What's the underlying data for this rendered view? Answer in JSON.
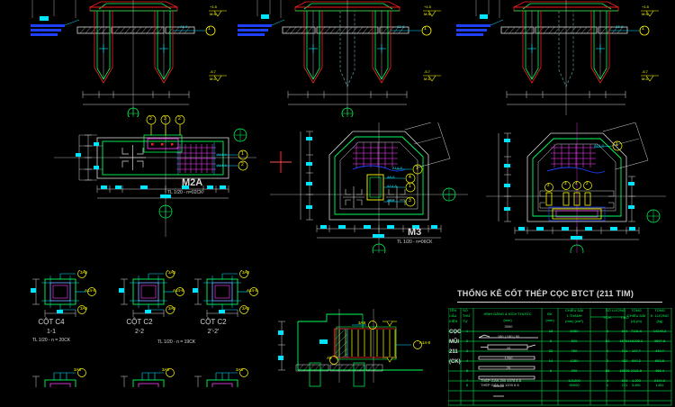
{
  "drawing": {
    "background": "#000000",
    "palette": {
      "white": "#d8d8d8",
      "green": "#00ff5a",
      "red": "#ff2020",
      "yellow": "#ffff00",
      "cyan": "#00e5ff",
      "magenta": "#ff40ff",
      "blue": "#2040ff",
      "dark_green": "#008040"
    }
  },
  "elevations": [
    {
      "id": "elevation-left",
      "marks": [
        {
          "label": "+1.5",
          "sub": "M.N"
        },
        {
          "label": "-5.7",
          "sub": "M.D"
        }
      ],
      "callout": "A1-8",
      "bubble": "1",
      "note_cyan": "BTCT M250 DA1x2",
      "note_cyan2": "BT LOT M100",
      "dim_total": "1200"
    },
    {
      "id": "elevation-middle",
      "marks": [
        {
          "label": "+1.5",
          "sub": "M.N"
        },
        {
          "label": "-5.7",
          "sub": "M.D"
        }
      ],
      "callout": "A1-8",
      "bubble": "1",
      "note_cyan": "BTCT M250 DA1x2",
      "note_cyan2": "BT LOT M100",
      "dim_total": "1800"
    },
    {
      "id": "elevation-right",
      "marks": [
        {
          "label": "+1.5",
          "sub": "M.N"
        },
        {
          "label": "-5.7",
          "sub": "M.D"
        }
      ],
      "callout": "A1-8",
      "bubble": "1",
      "note_cyan": "BTCT M250 DA1x2",
      "note_cyan2": "BT LOT M100",
      "dim_total": "1800"
    }
  ],
  "plans": [
    {
      "id": "plan-m2a",
      "title": "M2A",
      "scale_note": "TL 1/20 - n=02CK",
      "bubbles": [
        "2",
        "3",
        "2"
      ],
      "side_callouts": [
        {
          "text": "A14-8",
          "bubble": "1"
        },
        {
          "text": "A14-8",
          "bubble": "2"
        }
      ],
      "dims_bottom": [
        "75",
        "50",
        "200",
        "200",
        "50",
        "75"
      ],
      "dim_total": "650",
      "dims_left": [
        "50",
        "150",
        "150",
        "50"
      ]
    },
    {
      "id": "plan-m3",
      "title": "M3",
      "scale_note": "TL 1/20 - n=06CK",
      "side_callouts": [
        {
          "text": "A14-8",
          "bubble": "1"
        },
        {
          "text": "A8-8",
          "bubble": "4"
        },
        {
          "text": "A14-8",
          "bubble": "1"
        },
        {
          "text": "A8-8",
          "bubble": "3"
        }
      ],
      "dims_bottom": [
        "75",
        "200",
        "200",
        "200",
        "75"
      ],
      "dim_total": "750",
      "dims_left": [
        "50",
        "150",
        "200",
        "150",
        "50"
      ]
    },
    {
      "id": "plan-m3-right",
      "title": "",
      "scale_note": "",
      "side_callouts": [
        {
          "text": "A14-8",
          "bubble": "1"
        }
      ],
      "bubbles": [
        "2",
        "3",
        "4",
        "2"
      ],
      "dims_bottom": [
        "75",
        "200",
        "200",
        "200",
        "75"
      ],
      "dim_total": "750",
      "dims_left": [
        "50",
        "150",
        "200",
        "150",
        "50"
      ]
    }
  ],
  "columns": [
    {
      "name": "CỘT C4",
      "section": "1-1",
      "scale_note": "TL 1/20 - n = 20CK",
      "callouts": [
        {
          "text": "3A8",
          "bubble": "3"
        },
        {
          "text": "A14-8",
          "bubble": "1"
        },
        {
          "text": "3A8",
          "bubble": "1"
        }
      ],
      "dim_w": "30",
      "dim_h": "40"
    },
    {
      "name": "CỘT C2",
      "section": "2-2",
      "scale_note": "",
      "callouts": [
        {
          "text": "3A8",
          "bubble": "3"
        },
        {
          "text": "A14-8",
          "bubble": "1"
        },
        {
          "text": "3A8",
          "bubble": "3"
        }
      ],
      "dim_w": "30",
      "dim_h": "40"
    },
    {
      "name": "CỘT C2",
      "section": "2'-2'",
      "scale_note": "",
      "callouts": [
        {
          "text": "3A8",
          "bubble": "1"
        },
        {
          "text": "A14-8",
          "bubble": "1"
        },
        {
          "text": "3A8",
          "bubble": "1"
        }
      ],
      "dim_w": "30",
      "dim_h": "40"
    }
  ],
  "columns_shared_scale": "TL 1/20 - n = 19CK",
  "columns_row2": [
    {
      "callout": "3A8",
      "bubble": "1"
    },
    {
      "callout": "3A8",
      "bubble": "1"
    },
    {
      "callout": "3A8",
      "bubble": "1"
    }
  ],
  "detail_section": {
    "id": "detail-bottom-middle",
    "callouts": [
      {
        "text": "3A8",
        "bubble": "1"
      },
      {
        "text": "A14-8",
        "bubble": "3"
      },
      {
        "text": "A8",
        "bubble": "1"
      }
    ],
    "marks": [
      {
        "label": "+1.5"
      },
      {
        "label": "-5.7"
      }
    ],
    "dims_left": [
      "50",
      "50"
    ]
  },
  "table": {
    "title": "THỐNG KÊ CỐT THÉP CỌC BTCT (211 TIM)",
    "group_label": [
      "CỌC",
      "MŨI",
      "211",
      "(CK)"
    ],
    "headers": [
      {
        "lines": [
          "TÊN",
          "CẤU",
          "KIỆN"
        ]
      },
      {
        "lines": [
          "SỐ",
          "THỨ",
          "TỰ"
        ]
      },
      {
        "lines": [
          "HÌNH DÁNG & KÍCH THƯỚC",
          "(mm)"
        ]
      },
      {
        "lines": [
          "ĐK",
          "(mm)"
        ]
      },
      {
        "lines": [
          "CHIỀU DÀI",
          "1 THANH",
          "(mm) (cm²)"
        ]
      },
      {
        "lines": [
          "SỐ LƯỢNG",
          "TC.K."
        ]
      },
      {
        "lines": [
          "",
          "T.BỘ"
        ]
      },
      {
        "lines": [
          "TỔNG",
          "CHIỀU DÀI",
          "(d) (m)"
        ]
      },
      {
        "lines": [
          "TỔNG",
          "K. LƯỢNG",
          "(kg)"
        ]
      }
    ],
    "rows": [
      {
        "no": "1",
        "shape": "3000",
        "dk": "18",
        "len": "8450",
        "tck": "4",
        "tbo": "844",
        "tongdai": "7131.6",
        "tongkl": "14249.2"
      },
      {
        "no": "2",
        "shape": "180 | 180 | 50",
        "dk": "6",
        "len": "520",
        "tck": "54",
        "tbo": "16764",
        "tongdai": "16206.2",
        "tongkl": "3597.8"
      },
      {
        "no": "3",
        "shape": "20",
        "dk": "22",
        "len": "760",
        "tck": "1",
        "tbo": "211",
        "tongdai": "147.7",
        "tongkl": "440.7"
      },
      {
        "no": "4",
        "shape": "1200",
        "dk": "14",
        "len": "1280",
        "tck": "2",
        "tbo": "422",
        "tongdai": "540.2",
        "tongkl": "653.8"
      },
      {
        "no": "5",
        "shape": "20",
        "dk": "6",
        "len": "290",
        "tck": "86",
        "tbo": "18036",
        "tongdai": "2116.8",
        "tongkl": "466.4"
      },
      {
        "no": "7",
        "shape": "THÉP GÂN  200   4378   8    8",
        "dk": "",
        "len": "121200",
        "tck": "4",
        "tbo": "844",
        "tongdai": "1.200",
        "tongkl": "2194.2"
      },
      {
        "no": "8",
        "shape": "THÉP GÂN   80   1200   8    8",
        "dk": "",
        "len": "90000",
        "tck": "1",
        "tbo": "211",
        "tongdai": "3.891",
        "tongkl": "1451"
      }
    ]
  }
}
